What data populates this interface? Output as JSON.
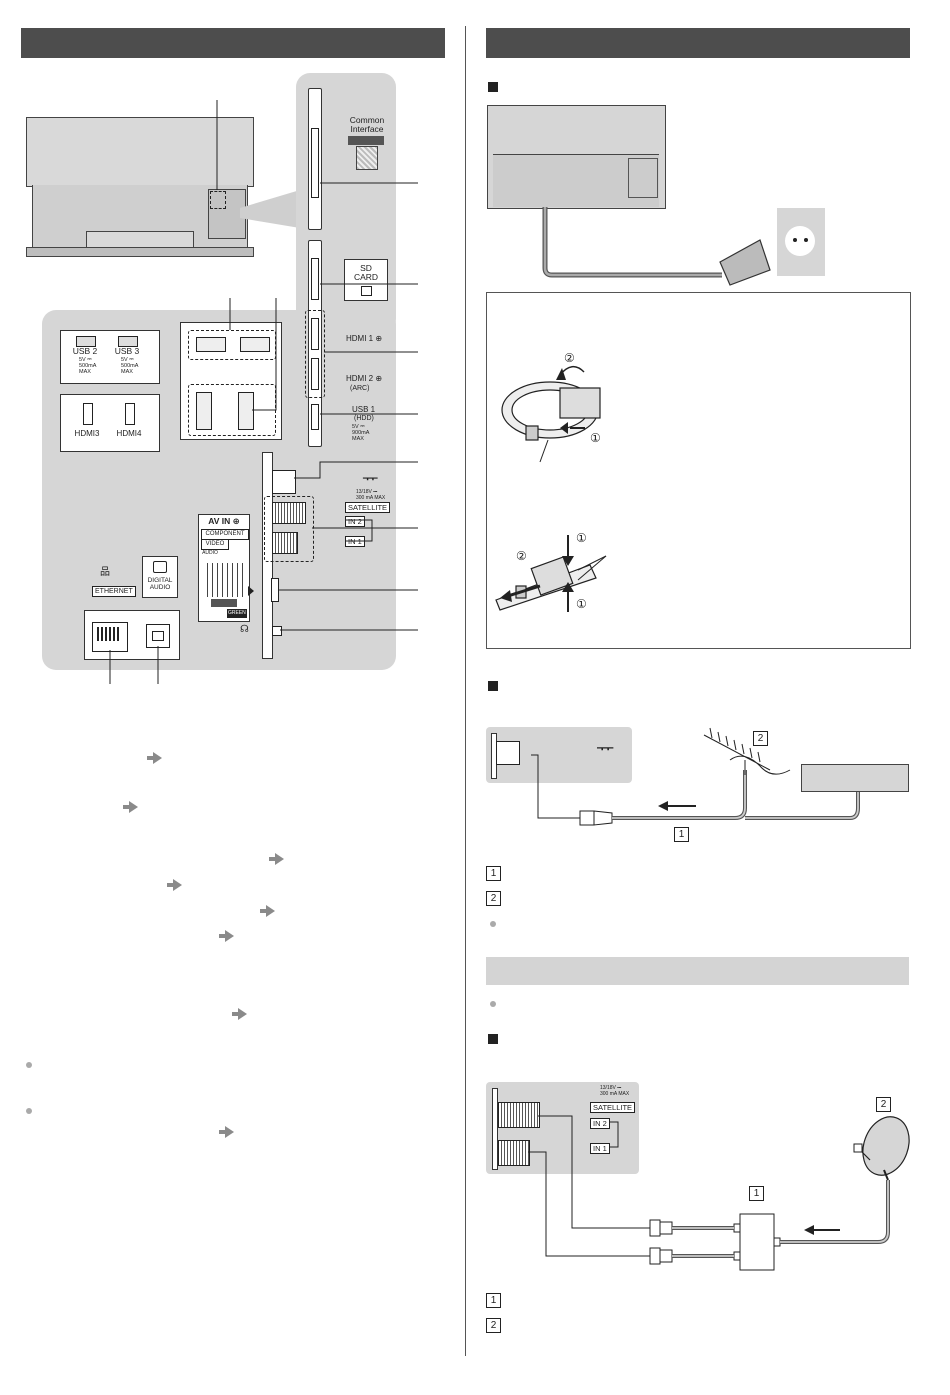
{
  "labels": {
    "common_interface": "Common\nInterface",
    "sd_card": "SD\nCARD",
    "hdmi1": "HDMI 1 ⊕",
    "hdmi2": "HDMI 2 ⊕",
    "hdmi2_arc": "(ARC)",
    "usb1": "USB 1",
    "usb1_hdd": "(HDD)",
    "usb1_power": "5V ⎓\n900mA\nMAX",
    "usb2": "USB 2",
    "usb3": "USB 3",
    "usb23_power": "5V ⎓\n500mA\nMAX",
    "hdmi3": "HDMI3",
    "hdmi4": "HDMI4",
    "satellite": "SATELLITE",
    "sat_power": "13/18V ⎓\n300 mA MAX",
    "in2": "IN 2",
    "in1": "IN 1",
    "av_in": "AV IN ⊕",
    "component": "COMPONENT",
    "video": "VIDEO",
    "audio": "AUDIO",
    "green": "GREEN",
    "ethernet": "ETHERNET",
    "digital_audio": "DIGITAL\nAUDIO"
  },
  "diagram_numbers": {
    "aerial_1": "1",
    "aerial_2": "2",
    "list_aerial_1": "1",
    "list_aerial_2": "2",
    "sat_1": "1",
    "sat_2": "2",
    "list_sat_1": "1",
    "list_sat_2": "2",
    "clamp_step1a": "①",
    "clamp_step2a": "②",
    "clamp_step1b": "①",
    "clamp_step2b": "②",
    "clamp_step1c": "①"
  },
  "colors": {
    "header_bar": "#4d4d4d",
    "panel_grey": "#d6d6d6",
    "pointer_grey": "#8a8a8a"
  }
}
